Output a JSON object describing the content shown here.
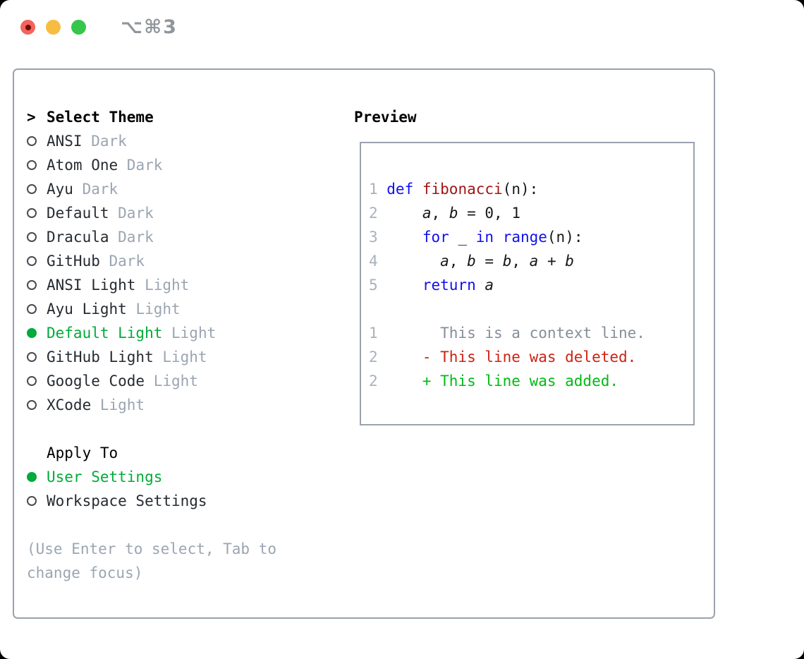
{
  "window": {
    "title": "⌥⌘3",
    "controls": [
      "close",
      "minimize",
      "zoom"
    ]
  },
  "colors": {
    "accent_green": "#00ab3a",
    "added_green": "#00bb13",
    "deleted_red": "#cc2314",
    "keyword_blue": "#1010ee",
    "function_red": "#a31515",
    "muted_gray": "#9ba5b1",
    "line_number_gray": "#a8b1bd",
    "context_gray": "#868e99",
    "border_gray": "#9aa2ad",
    "text_dark": "#262b31"
  },
  "theme_list": {
    "header": {
      "cursor": ">",
      "label": "Select Theme"
    },
    "items": [
      {
        "name": "ANSI",
        "tag": "Dark",
        "selected": false
      },
      {
        "name": "Atom One",
        "tag": "Dark",
        "selected": false
      },
      {
        "name": "Ayu",
        "tag": "Dark",
        "selected": false
      },
      {
        "name": "Default",
        "tag": "Dark",
        "selected": false
      },
      {
        "name": "Dracula",
        "tag": "Dark",
        "selected": false
      },
      {
        "name": "GitHub",
        "tag": "Dark",
        "selected": false
      },
      {
        "name": "ANSI Light",
        "tag": "Light",
        "selected": false
      },
      {
        "name": "Ayu Light",
        "tag": "Light",
        "selected": false
      },
      {
        "name": "Default Light",
        "tag": "Light",
        "selected": true
      },
      {
        "name": "GitHub Light",
        "tag": "Light",
        "selected": false
      },
      {
        "name": "Google Code",
        "tag": "Light",
        "selected": false
      },
      {
        "name": "XCode",
        "tag": "Light",
        "selected": false
      }
    ]
  },
  "apply_to": {
    "label": "Apply To",
    "options": [
      {
        "label": "User Settings",
        "selected": true
      },
      {
        "label": "Workspace Settings",
        "selected": false
      }
    ]
  },
  "hint": "(Use Enter to select, Tab to change focus)",
  "preview": {
    "title": "Preview",
    "code_lines": [
      {
        "num": "1",
        "tokens": [
          {
            "t": "def",
            "c": "kw"
          },
          {
            "t": " "
          },
          {
            "t": "fibonacci",
            "c": "fn"
          },
          {
            "t": "(n):"
          }
        ]
      },
      {
        "num": "2",
        "tokens": [
          {
            "t": "    "
          },
          {
            "t": "a",
            "c": "var"
          },
          {
            "t": ", "
          },
          {
            "t": "b",
            "c": "var"
          },
          {
            "t": " = 0, 1"
          }
        ]
      },
      {
        "num": "3",
        "tokens": [
          {
            "t": "    "
          },
          {
            "t": "for",
            "c": "kw"
          },
          {
            "t": " _ "
          },
          {
            "t": "in",
            "c": "kw"
          },
          {
            "t": " "
          },
          {
            "t": "range",
            "c": "kw"
          },
          {
            "t": "(n):"
          }
        ]
      },
      {
        "num": "4",
        "tokens": [
          {
            "t": "      "
          },
          {
            "t": "a",
            "c": "var"
          },
          {
            "t": ", "
          },
          {
            "t": "b",
            "c": "var"
          },
          {
            "t": " = "
          },
          {
            "t": "b",
            "c": "var"
          },
          {
            "t": ", "
          },
          {
            "t": "a",
            "c": "var"
          },
          {
            "t": " + "
          },
          {
            "t": "b",
            "c": "var"
          }
        ]
      },
      {
        "num": "5",
        "tokens": [
          {
            "t": "    "
          },
          {
            "t": "return",
            "c": "kw"
          },
          {
            "t": " "
          },
          {
            "t": "a",
            "c": "var"
          }
        ]
      }
    ],
    "diff_lines": [
      {
        "num": "1",
        "kind": "context",
        "text": "      This is a context line."
      },
      {
        "num": "2",
        "kind": "deleted",
        "text": "    - This line was deleted."
      },
      {
        "num": "2",
        "kind": "added",
        "text": "    + This line was added."
      }
    ]
  }
}
